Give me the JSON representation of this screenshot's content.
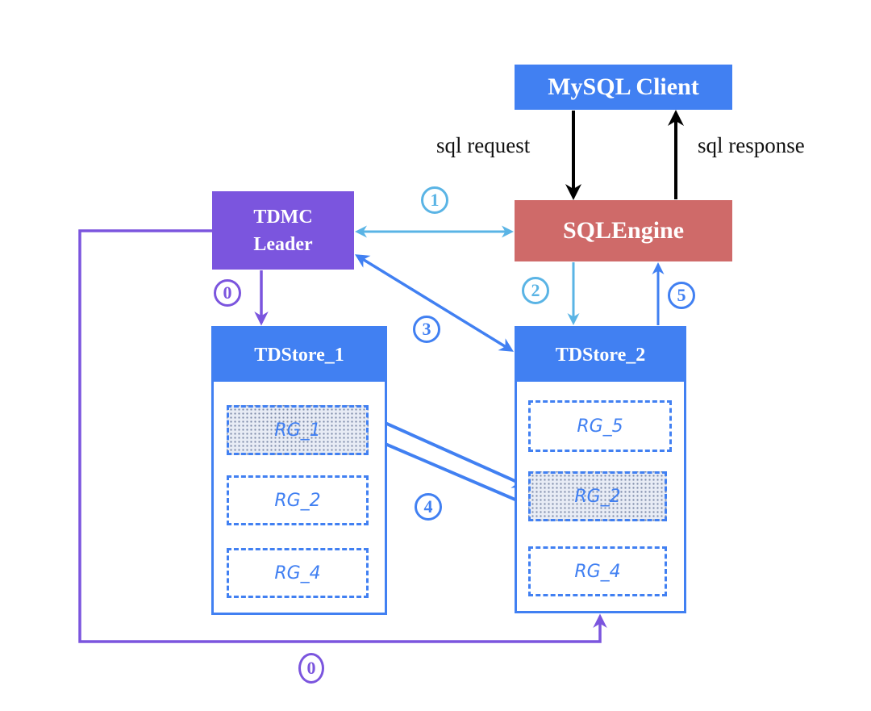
{
  "colors": {
    "mysql_client": "#4180f2",
    "sql_engine": "#cf6a69",
    "tdmc_leader": "#7b55de",
    "tdstore": "#4180f2",
    "step_light_blue": "#5ab4e5",
    "step_blue": "#4180f2",
    "step_purple": "#7b55de",
    "sql_arrows": "#000000"
  },
  "nodes": {
    "mysql_client": "MySQL Client",
    "sql_engine": "SQLEngine",
    "tdmc_leader_line1": "TDMC",
    "tdmc_leader_line2": "Leader",
    "tdstore_1": {
      "title": "TDStore_1",
      "replication_groups": [
        {
          "label": "RG_1",
          "highlighted": true
        },
        {
          "label": "RG_2",
          "highlighted": false
        },
        {
          "label": "RG_4",
          "highlighted": false
        }
      ]
    },
    "tdstore_2": {
      "title": "TDStore_2",
      "replication_groups": [
        {
          "label": "RG_5",
          "highlighted": false
        },
        {
          "label": "RG_2",
          "highlighted": true
        },
        {
          "label": "RG_4",
          "highlighted": false
        }
      ]
    }
  },
  "edge_labels": {
    "sql_request": "sql request",
    "sql_response": "sql response"
  },
  "steps": {
    "step0_top": "0",
    "step0_bottom": "0",
    "step1": "1",
    "step2": "2",
    "step3": "3",
    "step4": "4",
    "step5": "5"
  }
}
